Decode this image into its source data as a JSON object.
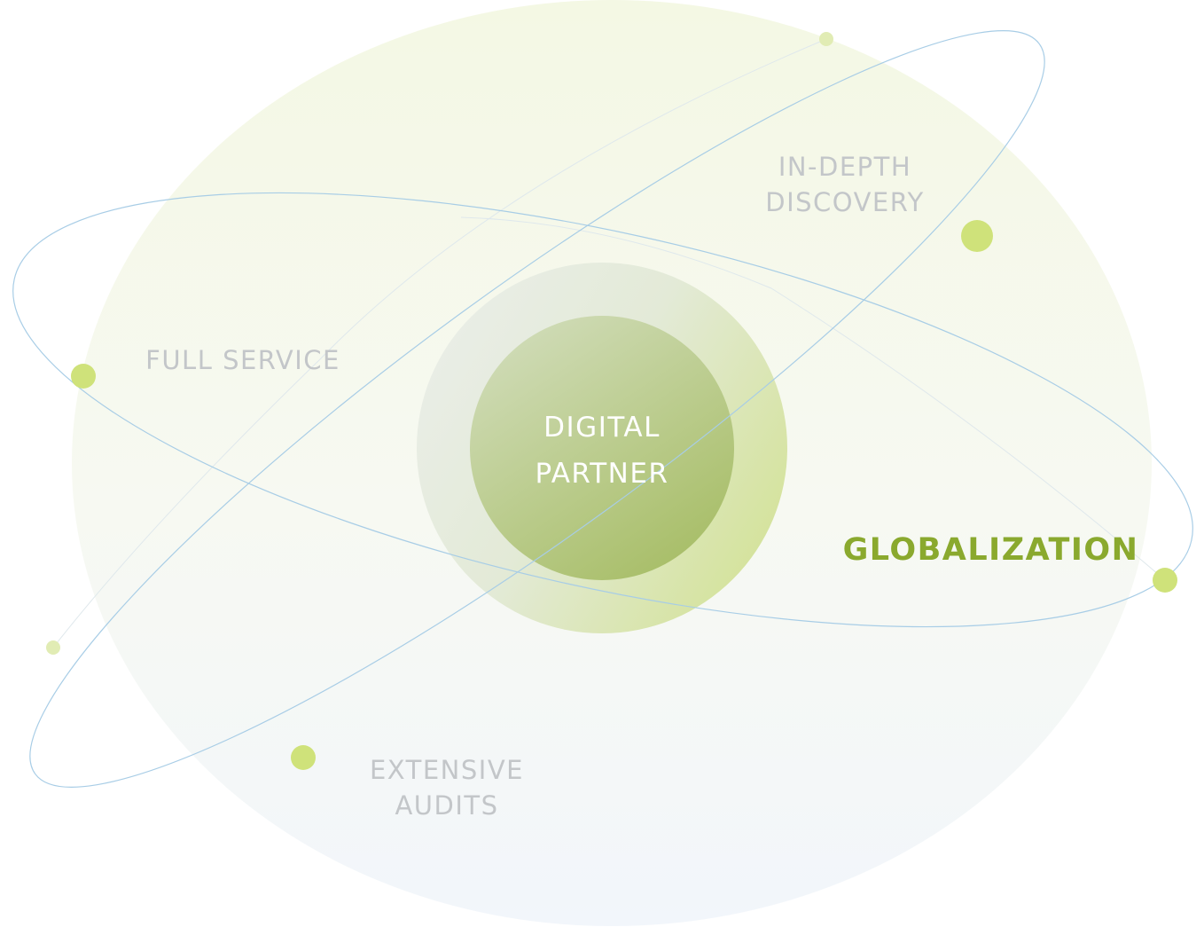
{
  "center": {
    "line1": "DIGITAL",
    "line2": "PARTNER"
  },
  "items": {
    "in_depth_discovery": {
      "line1": "IN-DEPTH",
      "line2": "DISCOVERY"
    },
    "full_service": {
      "line1": "FULL SERVICE"
    },
    "extensive_audits": {
      "line1": "EXTENSIVE",
      "line2": "AUDITS"
    },
    "globalization": {
      "line1": "GLOBALIZATION",
      "state": "active"
    }
  },
  "colors": {
    "active_label": "#8aa92e",
    "muted_label": "#c3c6c9",
    "orbit_line": "#9ec6e3",
    "dot": "#cfe27a",
    "dot_small": "#e1ecb4",
    "core_gradient_start": "#ccdab0",
    "core_gradient_end": "#a9bf6a",
    "halo_start": "#e6ece2",
    "halo_end": "#d6e39d",
    "backdrop_top": "#f4f8e4",
    "backdrop_bottom": "#f3f7fb"
  }
}
